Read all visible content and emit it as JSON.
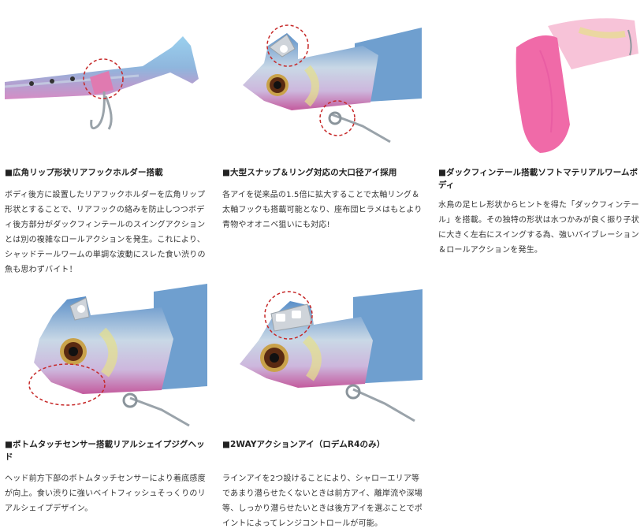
{
  "features": [
    {
      "heading": "■広角リップ形状リアフックホルダー搭載",
      "description": "ボディ後方に設置したリアフックホルダーを広角リップ形状とすることで、リアフックの絡みを防止しつつボディ後方部分がダックフィンテールのスイングアクションとは別の複雑なロールアクションを発生。これにより、シャッドテールワームの単調な波動にスレた食い渋りの魚も思わずバイト！"
    },
    {
      "heading": "■大型スナップ＆リング対応の大口径アイ採用",
      "description": "各アイを従来品の1.5倍に拡大することで太軸リング＆太軸フックも搭載可能となり、座布団ヒラメはもとより青物やオオニベ狙いにも対応!"
    },
    {
      "heading": "■ダックフィンテール搭載ソフトマテリアルワームボディ",
      "description": "水鳥の足ヒレ形状からヒントを得た「ダックフィンテール」を搭載。その独特の形状は水つかみが良く振り子状に大きく左右にスイングする為、強いバイブレーション＆ロールアクションを発生。"
    },
    {
      "heading": "■ボトムタッチセンサー搭載リアルシェイプジグヘッド",
      "description": "ヘッド前方下部のボトムタッチセンサーにより着底感度が向上。食い渋りに強いベイトフィッシュそっくりのリアルシェイプデザイン。"
    },
    {
      "heading": "■2WAYアクションアイ（ロデムR4のみ）",
      "description": "ラインアイを2つ設けることにより、シャローエリア等であまり潜らせたくないときは前方アイ、離岸流や深場等、しっかり潜らせたいときは後方アイを選ぶことでポイントによってレンジコントロールが可能。"
    }
  ],
  "colors": {
    "accent_circle": "#c62828",
    "body_blue": "#6aa7d8",
    "body_pink": "#e07ab0",
    "tail_pink": "#f06aa8"
  }
}
